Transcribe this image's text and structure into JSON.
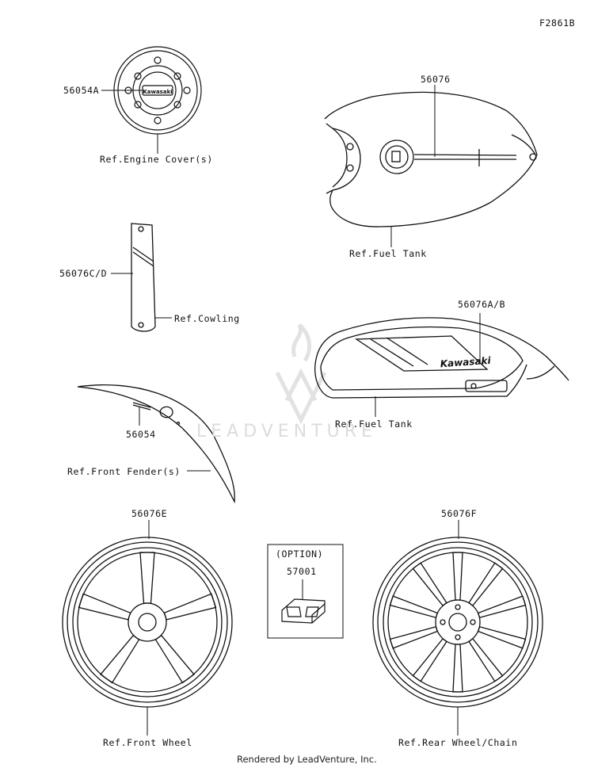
{
  "diagram_code": "F2861B",
  "option_box": {
    "heading": "(OPTION)",
    "part": "57001"
  },
  "parts": {
    "engine_cover_label": "56054A",
    "fuel_tank_label": "56076",
    "cowling_label": "56076C/D",
    "tank_side_label": "56076A/B",
    "fender_label": "56054",
    "front_wheel_label": "56076E",
    "rear_wheel_label": "56076F"
  },
  "refs": {
    "engine_cover": "Ref.Engine Cover(s)",
    "fuel_tank_top": "Ref.Fuel Tank",
    "cowling": "Ref.Cowling",
    "fuel_tank_side": "Ref.Fuel Tank",
    "front_fender": "Ref.Front Fender(s)",
    "front_wheel": "Ref.Front Wheel",
    "rear_wheel": "Ref.Rear Wheel/Chain"
  },
  "brand_text": "Kawasaki",
  "watermark": "LEADVENTURE",
  "footer": "Rendered by LeadVenture, Inc."
}
